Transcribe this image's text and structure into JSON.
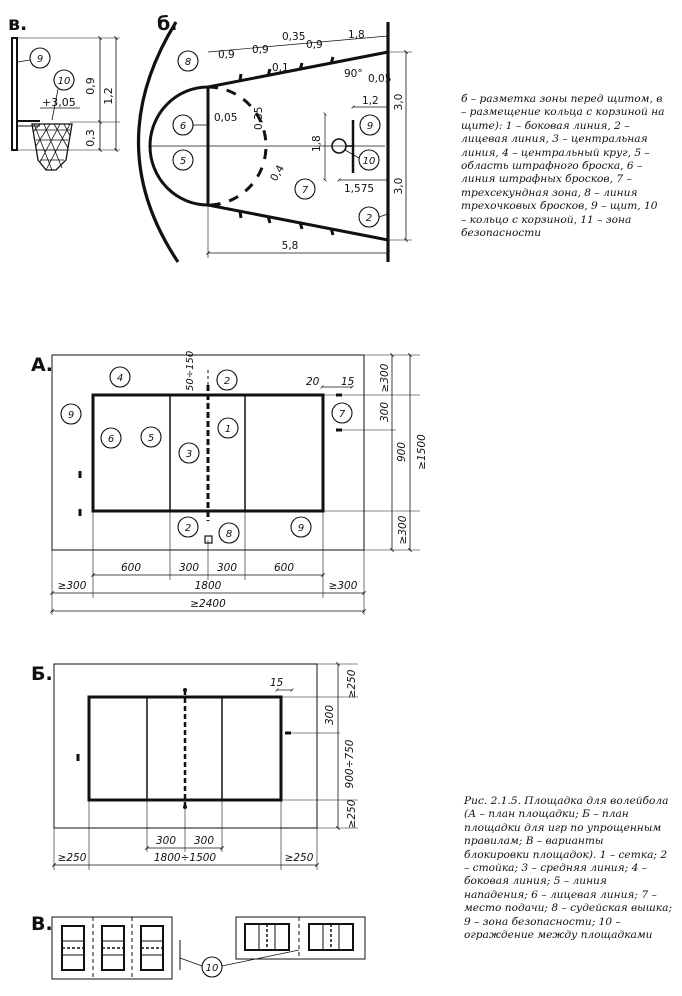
{
  "captions": {
    "top": "б – разметка зоны перед щитом, в – размещение кольца с корзиной на щите): 1 – боковая линия, 2 – лицевая линия, 3 – центральная линия, 4 – центральный круг, 5 – область штрафного броска, 6 – линия штрафных бросков, 7 – трехсекундная зона, 8 – линия трехочковых бросков, 9 – щит, 10 – кольцо с корзиной, 11 – зона безопасности",
    "bottom": "Рис. 2.1.5. Площадка для волейбола (А – план площадки; Б – план площадки для игр по упрощенным правилам; В – варианты блокировки площадок). 1 – сетка; 2 – стойка; 3 – средняя линия; 4 – боковая линия; 5 – линия нападения; 6 – лицевая линия; 7 – место подачи; 8 – судейская вышка; 9 – зона безопасности; 10 – ограждение между площадками"
  },
  "view_labels": {
    "v_top": "в.",
    "b_top": "б.",
    "A": "А.",
    "B": "Б.",
    "V": "В."
  },
  "basket_side": {
    "dims": {
      "h1": "0,9",
      "h2": "1,2",
      "h3": "0,3",
      "height": "+3,05"
    },
    "markers": [
      "9",
      "10"
    ]
  },
  "basket_plan": {
    "dims": {
      "t1": "0,9",
      "t2": "0,9",
      "t3": "0,35",
      "t4": "0,9",
      "t5": "1,8",
      "t6": "0,1",
      "angle": "90°",
      "d005a": "0,05",
      "d005b": "0,05",
      "d035": "0,35",
      "d04": "0,4",
      "d18": "1,8",
      "d12": "1,2",
      "d1575": "1,575",
      "d30a": "3,0",
      "d30b": "3,0",
      "d58": "5,8"
    },
    "markers": [
      "8",
      "6",
      "5",
      "7",
      "2",
      "9",
      "10"
    ]
  },
  "volleyball_a": {
    "dims": {
      "top_clear": "≥300",
      "bottom_clear": "≥300",
      "w1500": "≥1500",
      "d900": "900",
      "d300": "300",
      "d50150": "50÷150",
      "d20": "20",
      "d15": "15",
      "s600a": "600",
      "s300a": "300",
      "s300b": "300",
      "s600b": "600",
      "left": "≥300",
      "right": "≥300",
      "len": "1800",
      "total": "≥2400"
    },
    "markers": [
      "4",
      "2",
      "9",
      "6",
      "5",
      "1",
      "3",
      "7",
      "2",
      "8",
      "9"
    ]
  },
  "volleyball_b": {
    "dims": {
      "top": "≥250",
      "bottom": "≥250",
      "d300": "300",
      "w": "900÷750",
      "d15": "15",
      "s300a": "300",
      "s300b": "300",
      "left": "≥250",
      "right": "≥250",
      "len": "1800÷1500"
    }
  },
  "volleyball_v": {
    "marker": "10"
  }
}
